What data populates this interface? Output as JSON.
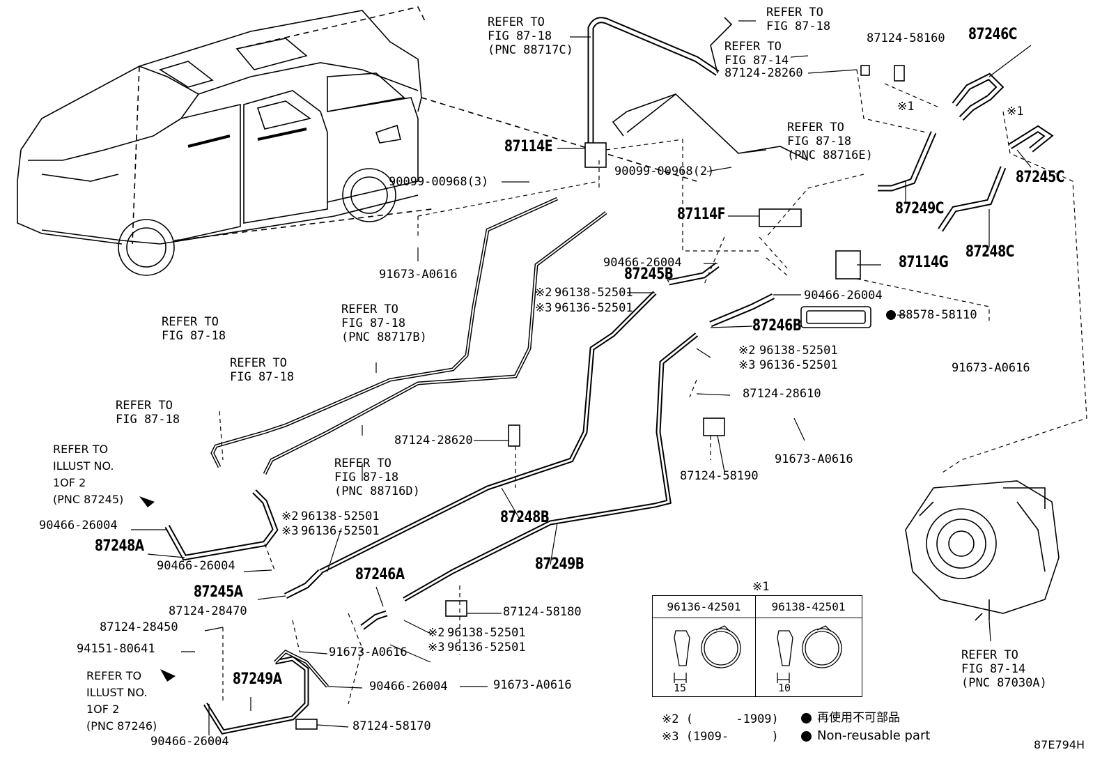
{
  "labels": {
    "refer_87_18_c": {
      "line1": "REFER TO",
      "line2": "FIG 87-18",
      "line3": "(PNC 88717C)"
    },
    "refer_87_18_top": {
      "line1": "REFER TO",
      "line2": "FIG 87-18"
    },
    "refer_87_14_top": {
      "line1": "REFER TO",
      "line2": "FIG 87-14"
    },
    "p87124_58160": "87124-58160",
    "p87246C": "87246C",
    "p87124_28260": "87124-28260",
    "sym1_a": "※1",
    "sym1_b": "※1",
    "refer_87_18_e": {
      "line1": "REFER TO",
      "line2": "FIG 87-18",
      "line3": "(PNC 88716E)"
    },
    "p87114E": "87114E",
    "p90099_00968_3": "90099-00968(3)",
    "p90099_00968_2": "90099-00968(2)",
    "p87245C": "87245C",
    "p87249C": "87249C",
    "p87114F": "87114F",
    "p87248C": "87248C",
    "p91673_A0616_a": "91673-A0616",
    "p90466_26004_a": "90466-26004",
    "p87245B": "87245B",
    "p87114G": "87114G",
    "sym2_a": "※2",
    "p96138_52501_a": "96138-52501",
    "sym3_a": "※3",
    "p96136_52501_a": "96136-52501",
    "p90466_26004_b": "90466-26004",
    "p88578_58110": "88578-58110",
    "refer_87_18_b": {
      "line1": "REFER TO",
      "line2": "FIG 87-18",
      "line3": "(PNC 88717B)"
    },
    "refer_87_18_l1": {
      "line1": "REFER TO",
      "line2": "FIG 87-18"
    },
    "p87246B": "87246B",
    "sym2_b": "※2",
    "p96138_52501_b": "96138-52501",
    "sym3_b": "※3",
    "p96136_52501_b": "96136-52501",
    "p91673_A0616_b": "91673-A0616",
    "refer_87_18_l2": {
      "line1": "REFER TO",
      "line2": "FIG 87-18"
    },
    "p87124_28610": "87124-28610",
    "refer_87_18_l3": {
      "line1": "REFER TO",
      "line2": "FIG 87-18"
    },
    "p87124_28620": "87124-28620",
    "p91673_A0616_c": "91673-A0616",
    "refer_illust_87245": {
      "line1": "REFER TO",
      "line2": "ILLUST NO.",
      "line3": "1OF 2",
      "line4": "(PNC 87245)"
    },
    "refer_87_18_d": {
      "line1": "REFER TO",
      "line2": "FIG 87-18",
      "line3": "(PNC 88716D)"
    },
    "p87124_58190": "87124-58190",
    "sym2_c": "※2",
    "p96138_52501_c": "96138-52501",
    "sym3_c": "※3",
    "p96136_52501_c": "96136-52501",
    "p90466_26004_c": "90466-26004",
    "p87248B": "87248B",
    "p87248A": "87248A",
    "p90466_26004_d": "90466-26004",
    "p87249B": "87249B",
    "p87245A": "87245A",
    "p87246A": "87246A",
    "p87124_28470": "87124-28470",
    "p87124_58180": "87124-58180",
    "p87124_28450": "87124-28450",
    "sym2_d": "※2",
    "p96138_52501_d": "96138-52501",
    "p94151_80641": "94151-80641",
    "sym3_d": "※3",
    "p96136_52501_d": "96136-52501",
    "p91673_A0616_d": "91673-A0616",
    "refer_illust_87246": {
      "line1": "REFER TO",
      "line2": "ILLUST NO.",
      "line3": "1OF 2",
      "line4": "(PNC 87246)"
    },
    "p87249A": "87249A",
    "p90466_26004_e": "90466-26004",
    "p91673_A0616_e": "91673-A0616",
    "p87124_58170": "87124-58170",
    "p90466_26004_f": "90466-26004",
    "refer_87_14_bottom": {
      "line1": "REFER TO",
      "line2": "FIG 87-14",
      "line3": "(PNC 87030A)"
    },
    "diagram_id": "87E794H"
  },
  "clamp_table": {
    "heading": "※1",
    "col1_part": "96136-42501",
    "col2_part": "96138-42501",
    "col1_dim": "15",
    "col2_dim": "10"
  },
  "legend": {
    "note2": "※2 (      -1909)",
    "note3": "※3 (1909-      )",
    "non_reusable_jp": "再使用不可部品",
    "non_reusable_en": "Non-reusable part"
  }
}
